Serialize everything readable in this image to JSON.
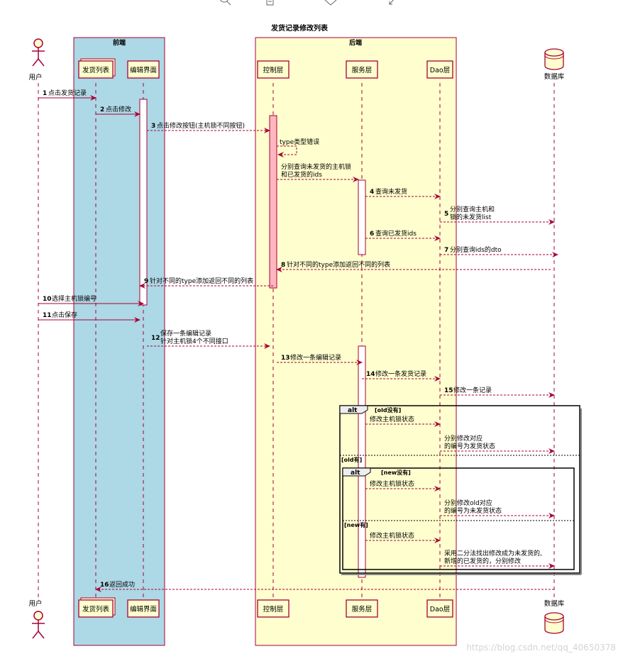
{
  "title": "发货记录修改列表",
  "boxes": [
    {
      "id": "front",
      "label": "前端",
      "fill": "#add8e6"
    },
    {
      "id": "back",
      "label": "后端",
      "fill": "#fefece"
    }
  ],
  "participants": [
    {
      "id": "user",
      "label": "用户",
      "kind": "actor"
    },
    {
      "id": "list",
      "label": "发货列表",
      "kind": "box"
    },
    {
      "id": "edit",
      "label": "编辑界面",
      "kind": "box"
    },
    {
      "id": "ctrl",
      "label": "控制层",
      "kind": "box"
    },
    {
      "id": "svc",
      "label": "服务层",
      "kind": "box"
    },
    {
      "id": "dao",
      "label": "Dao层",
      "kind": "box"
    },
    {
      "id": "db",
      "label": "数据库",
      "kind": "database"
    }
  ],
  "messages": [
    {
      "num": "1",
      "from": "user",
      "to": "list",
      "lines": [
        "点击发货记录"
      ],
      "style": "solid"
    },
    {
      "num": "2",
      "from": "list",
      "to": "edit",
      "lines": [
        "点击修改"
      ],
      "style": "solid"
    },
    {
      "num": "3",
      "from": "edit",
      "to": "ctrl",
      "lines": [
        "点击修改按钮(主机锁不同按钮)"
      ],
      "style": "dashed"
    },
    {
      "num": "",
      "from": "ctrl",
      "to": "ctrl",
      "lines": [
        "type类型错误"
      ],
      "style": "dashed"
    },
    {
      "num": "",
      "from": "ctrl",
      "to": "svc",
      "lines": [
        "分别查询未发货的主机锁",
        "和已发货的ids"
      ],
      "style": "dashed"
    },
    {
      "num": "4",
      "from": "svc",
      "to": "dao",
      "lines": [
        "查询未发货"
      ],
      "style": "dashed"
    },
    {
      "num": "5",
      "from": "dao",
      "to": "db",
      "lines": [
        "分别查询主机和",
        "锁的未发货list"
      ],
      "style": "dashed"
    },
    {
      "num": "6",
      "from": "svc",
      "to": "dao",
      "lines": [
        "查询已发货ids"
      ],
      "style": "dashed"
    },
    {
      "num": "7",
      "from": "dao",
      "to": "db",
      "lines": [
        "分别查询ids的dto"
      ],
      "style": "dashed"
    },
    {
      "num": "8",
      "from": "db",
      "to": "ctrl",
      "lines": [
        "针对不同的type添加返回不同的列表"
      ],
      "style": "dashed"
    },
    {
      "num": "9",
      "from": "ctrl",
      "to": "edit",
      "lines": [
        "针对不同的type添加返回不同的列表"
      ],
      "style": "dashed"
    },
    {
      "num": "10",
      "from": "user",
      "to": "edit",
      "lines": [
        "选择主机锁编号"
      ],
      "style": "solid"
    },
    {
      "num": "11",
      "from": "user",
      "to": "edit",
      "lines": [
        "点击保存"
      ],
      "style": "solid"
    },
    {
      "num": "12",
      "from": "edit",
      "to": "ctrl",
      "lines": [
        "保存一条编辑记录",
        "针对主机锁4个不同接口"
      ],
      "style": "dashed"
    },
    {
      "num": "13",
      "from": "ctrl",
      "to": "svc",
      "lines": [
        "修改一条编辑记录"
      ],
      "style": "dashed"
    },
    {
      "num": "14",
      "from": "svc",
      "to": "dao",
      "lines": [
        "修改一条发货记录"
      ],
      "style": "dashed"
    },
    {
      "num": "15",
      "from": "dao",
      "to": "db",
      "lines": [
        "修改一条记录"
      ],
      "style": "dashed"
    },
    {
      "num": "",
      "from": "svc",
      "to": "dao",
      "lines": [
        "修改主机锁状态"
      ],
      "style": "dashed"
    },
    {
      "num": "",
      "from": "dao",
      "to": "db",
      "lines": [
        "分别修改对应",
        "的编号为发货状态"
      ],
      "style": "dashed"
    },
    {
      "num": "",
      "from": "svc",
      "to": "dao",
      "lines": [
        "修改主机锁状态"
      ],
      "style": "dashed"
    },
    {
      "num": "",
      "from": "dao",
      "to": "db",
      "lines": [
        "分别修改old对应",
        "的编号为未发货状态"
      ],
      "style": "dashed"
    },
    {
      "num": "",
      "from": "svc",
      "to": "dao",
      "lines": [
        "修改主机锁状态"
      ],
      "style": "dashed"
    },
    {
      "num": "",
      "from": "dao",
      "to": "db",
      "lines": [
        "采用二分法找出修改成为未发货的,",
        "新增的已发货的，分别修改"
      ],
      "style": "dashed"
    },
    {
      "num": "16",
      "from": "db",
      "to": "list",
      "lines": [
        "返回成功"
      ],
      "style": "dashed"
    }
  ],
  "fragments": [
    {
      "id": "outer",
      "label": "alt",
      "guards": [
        "[old没有]",
        "[old有]"
      ]
    },
    {
      "id": "inner",
      "label": "alt",
      "guards": [
        "[new没有]",
        "[new有]"
      ]
    }
  ],
  "watermark": "https://blog.csdn.net/qq_40650378",
  "colors": {
    "line": "#a80036",
    "frame": "#000000",
    "activation": "#ffffff",
    "activation_ctrl": "#ffb6c1",
    "participant": "#fefece"
  }
}
